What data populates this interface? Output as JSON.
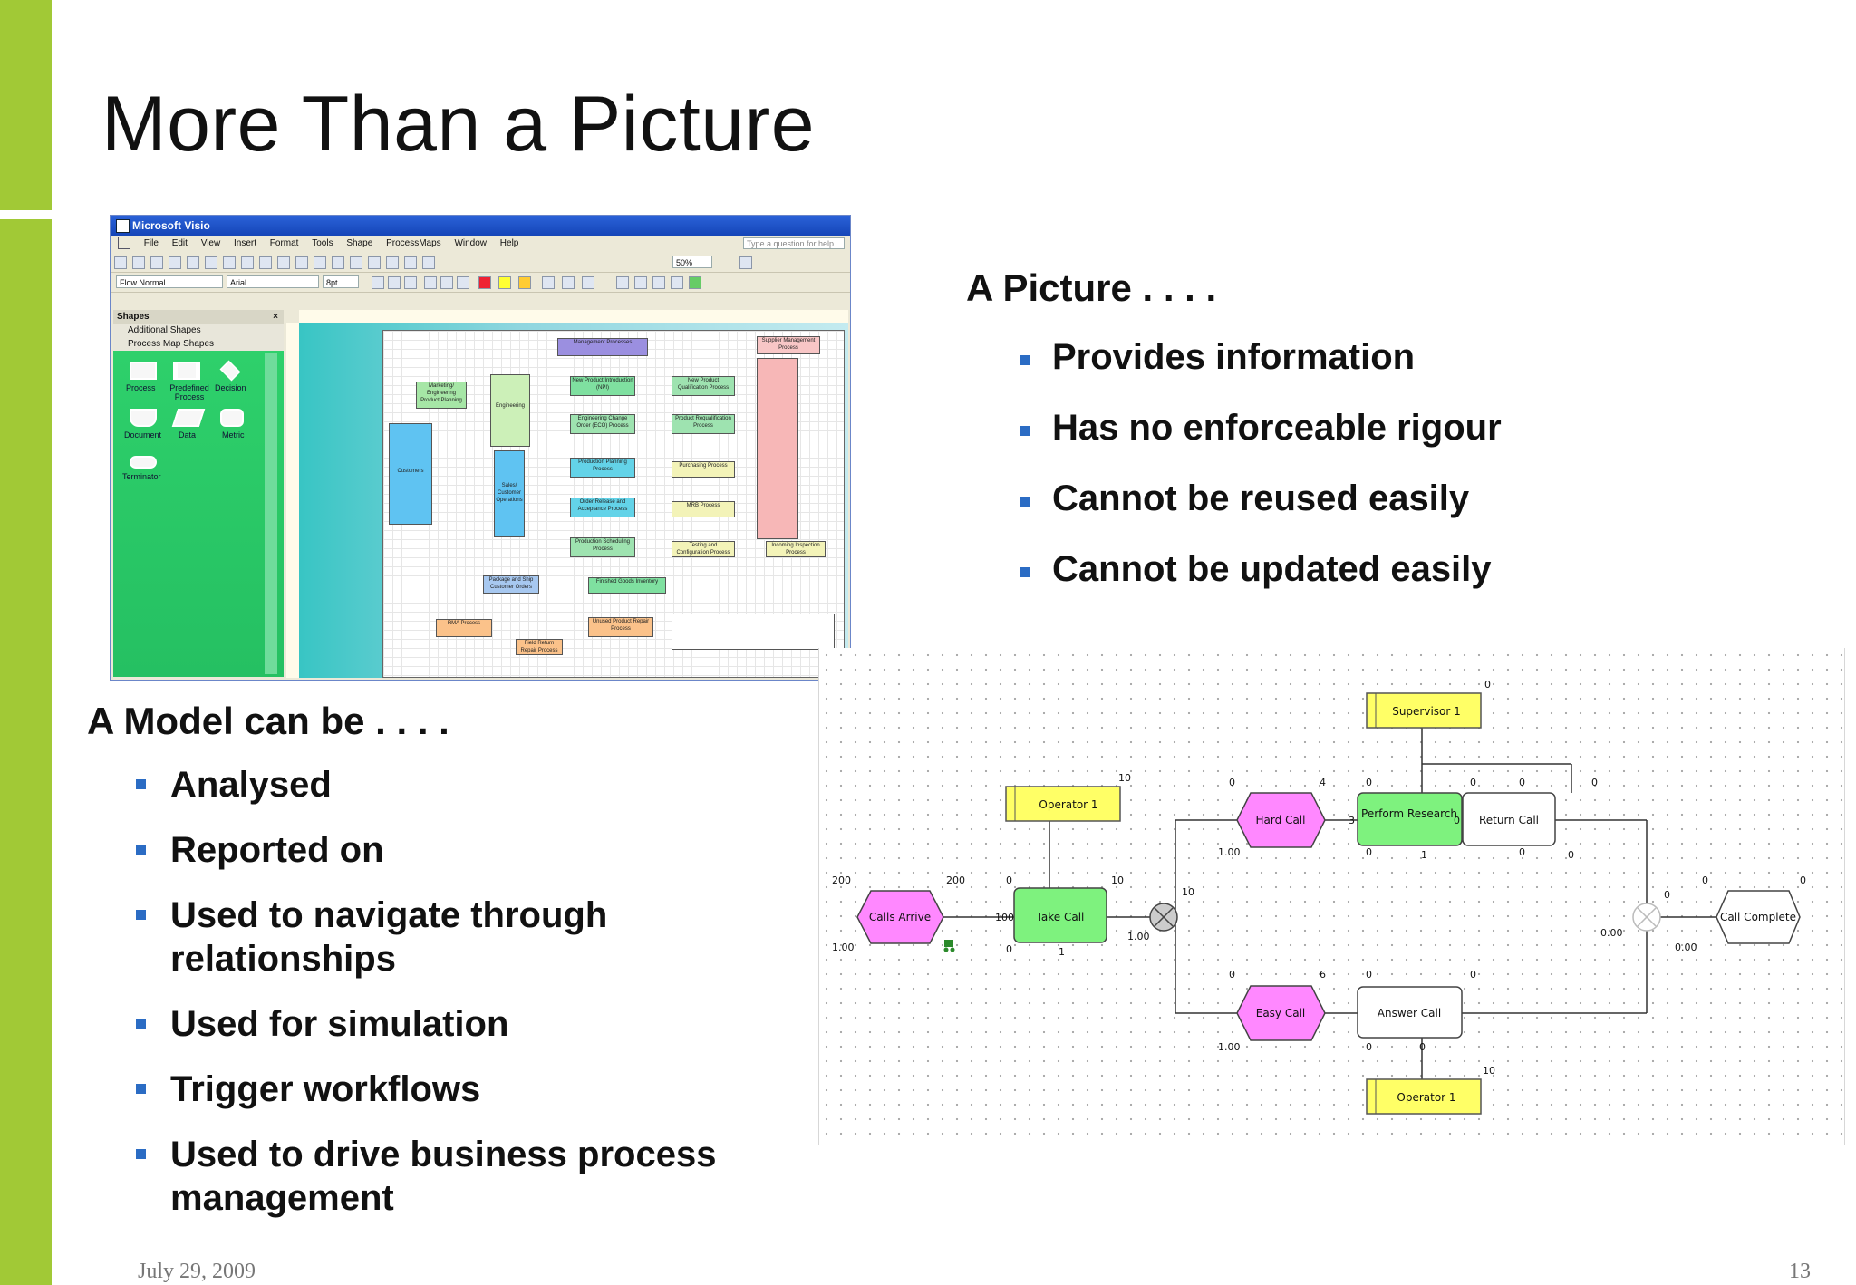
{
  "slide": {
    "title": "More Than a Picture",
    "footer_date": "July 29, 2009",
    "page_number": "13",
    "accent_color": "#a1c936",
    "bullet_color": "#2b6cc4"
  },
  "picture_section": {
    "heading": "A Picture . . . .",
    "bullets": [
      "Provides information",
      "Has no enforceable rigour",
      "Cannot be reused easily",
      "Cannot be updated easily"
    ]
  },
  "model_section": {
    "heading": "A Model can be . . . .",
    "bullets": [
      "Analysed",
      "Reported on",
      "Used to navigate through relationships",
      "Used for simulation",
      "Trigger workflows",
      "Used to drive business process management"
    ]
  },
  "visio": {
    "window_title": "Microsoft Visio",
    "menu": [
      "File",
      "Edit",
      "View",
      "Insert",
      "Format",
      "Tools",
      "Shape",
      "ProcessMaps",
      "Window",
      "Help"
    ],
    "ask_placeholder": "Type a question for help",
    "style_value": "Flow Normal",
    "font_value": "Arial",
    "size_value": "8pt.",
    "zoom_value": "50%",
    "shapes_pane": {
      "title": "Shapes",
      "stencils": [
        "Additional Shapes",
        "Process Map Shapes"
      ],
      "masters": [
        "Process",
        "Predefined Process",
        "Decision",
        "Document",
        "Data",
        "Metric",
        "Terminator"
      ]
    },
    "diagram_boxes": [
      "Management Processes",
      "Supplier Management Process",
      "Marketing/ Engineering Product Planning",
      "Engineering",
      "New Product Introduction (NPI)",
      "New Product Qualification Process",
      "Engineering Change Order (ECO) Process",
      "Product Requalification Process",
      "Customers",
      "Sales/ Customer Operations",
      "Production Planning Process",
      "Purchasing Process",
      "Order Release and Acceptance Process",
      "MRB Process",
      "Production Scheduling Process",
      "Testing and Configuration Process",
      "Incoming Inspection Process",
      "Package and Ship Customer Orders",
      "Finished Goods Inventory",
      "RMA Process",
      "Field Return Repair Process",
      "Unused Product Repair Process"
    ]
  },
  "process_model": {
    "nodes": {
      "calls_arrive": "Calls Arrive",
      "take_call": "Take Call",
      "hard_call": "Hard Call",
      "perform_research": "Perform Research",
      "return_call": "Return Call",
      "easy_call": "Easy Call",
      "answer_call": "Answer Call",
      "call_complete": "Call Complete",
      "operator_top": "Operator 1",
      "supervisor": "Supervisor 1",
      "operator_bottom": "Operator 1"
    },
    "numbers": {
      "calls_arrive_in": "200",
      "calls_arrive_out": "200",
      "calls_arrive_prob": "1.00",
      "take_in": "0",
      "take_queue": "100",
      "take_out": "10",
      "take_wait": "0",
      "take_done": "1",
      "operator_top": "10",
      "split_out": "10",
      "split_prob": "1.00",
      "hard_in": "0",
      "hard_out": "4",
      "hard_prob": "1.00",
      "research_in": "0",
      "research_side": "3",
      "research_out": "0",
      "research_wait": "0",
      "research_done": "1",
      "supervisor": "0",
      "return_in": "0",
      "return_out": "0",
      "return_side": "0",
      "return_wait": "0",
      "return_done": "0",
      "easy_in": "0",
      "easy_out": "6",
      "easy_prob": "1.00",
      "answer_in": "0",
      "answer_out": "0",
      "answer_wait": "0",
      "answer_done": "0",
      "operator_bottom": "10",
      "merge_in": "0",
      "merge_prob": "0.00",
      "complete_in": "0",
      "complete_out": "0",
      "complete_prob": "0.00"
    }
  }
}
